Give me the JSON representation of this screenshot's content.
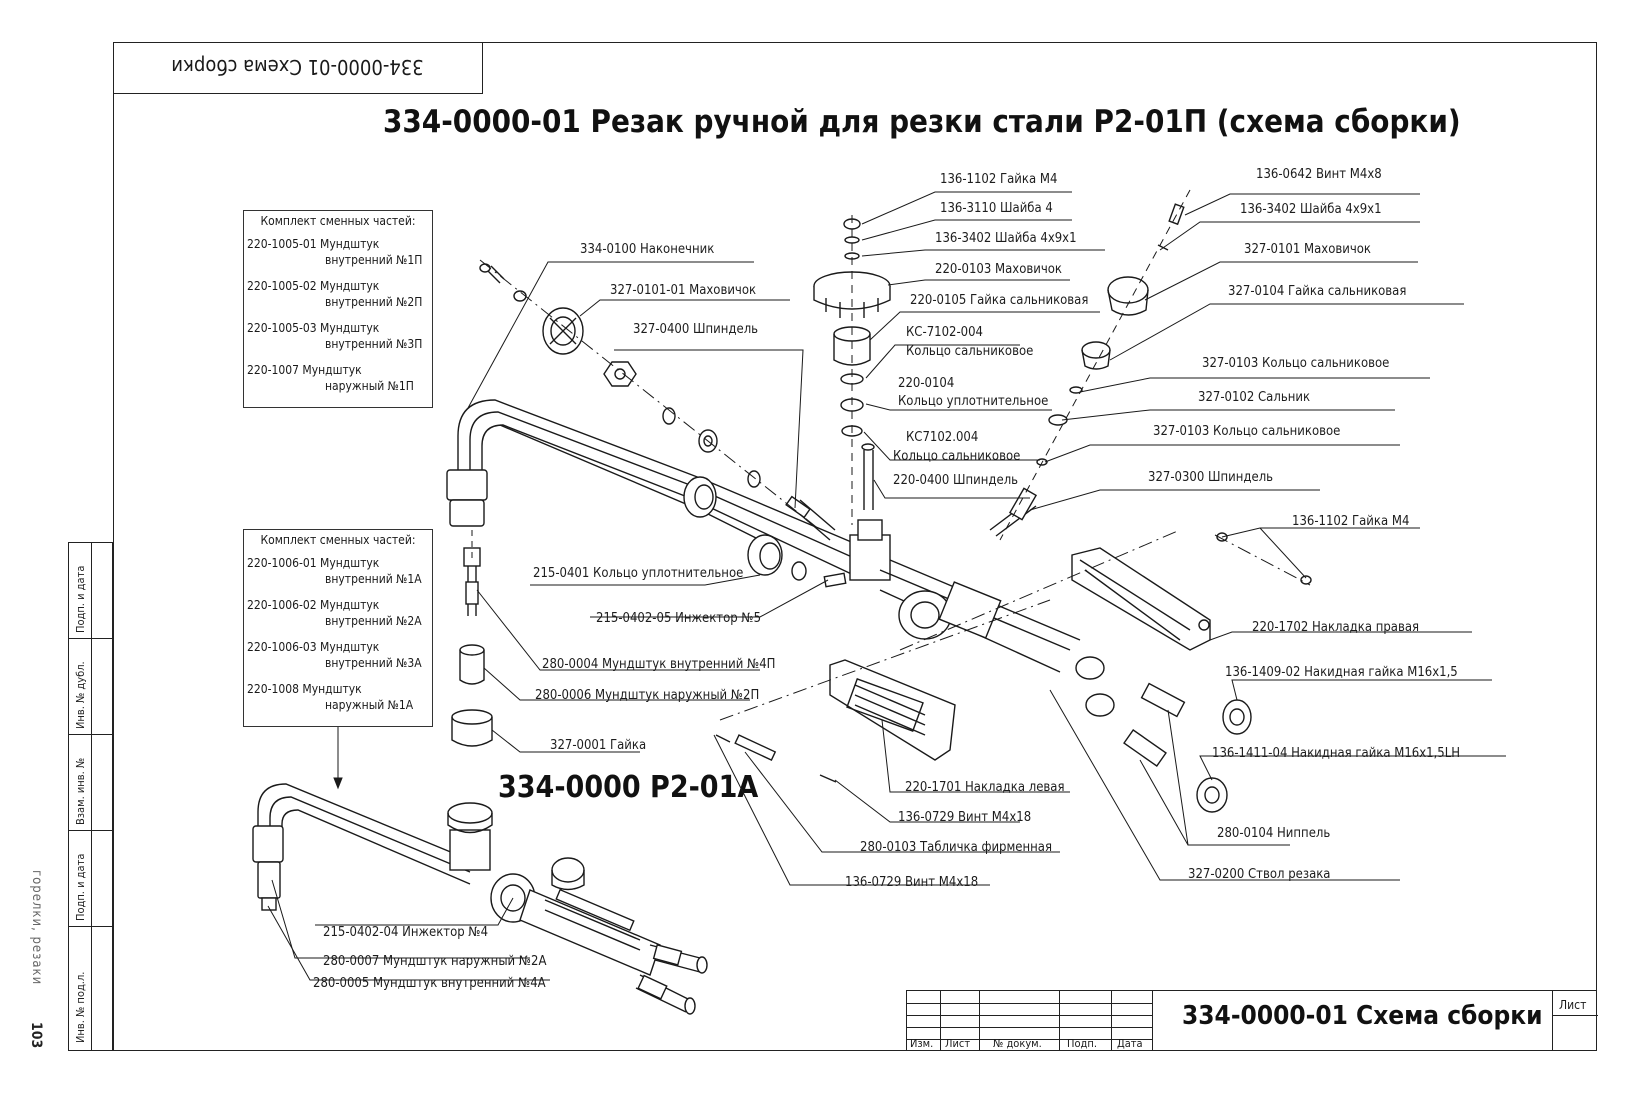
{
  "header": {
    "stamp_text": "334-0000-01 Схема сборки",
    "main_title": "334-0000-01 Резак ручной для резки стали Р2-01П (схема сборки)",
    "secondary_title": "334-0000 Р2-01А"
  },
  "kit_top": {
    "heading": "Комплект сменных частей:",
    "items": [
      {
        "code": "220-1005-01 Мундштук",
        "line2": "внутренний №1П"
      },
      {
        "code": "220-1005-02 Мундштук",
        "line2": "внутренний №2П"
      },
      {
        "code": "220-1005-03 Мундштук",
        "line2": "внутренний №3П"
      },
      {
        "code": "220-1007 Мундштук",
        "line2": "наружный №1П"
      }
    ]
  },
  "kit_bottom": {
    "heading": "Комплект сменных частей:",
    "items": [
      {
        "code": "220-1006-01 Мундштук",
        "line2": "внутренний №1А"
      },
      {
        "code": "220-1006-02 Мундштук",
        "line2": "внутренний №2А"
      },
      {
        "code": "220-1006-03 Мундштук",
        "line2": "внутренний №3А"
      },
      {
        "code": "220-1008 Мундштук",
        "line2": "наружный №1А"
      }
    ]
  },
  "callouts": {
    "nut_m4_top": "136-1102 Гайка М4",
    "washer_4": "136-3110 Шайба 4",
    "washer_4x9x1_a": "136-3402 Шайба 4х9х1",
    "handwheel_0103": "220-0103 Маховичок",
    "gland_nut_0105": "220-0105 Гайка сальниковая",
    "ks7102_004_a1": "КС-7102-004",
    "ks7102_004_a2": "Кольцо сальниковое",
    "ring_0104_1": "220-0104",
    "ring_0104_2": "Кольцо уплотнительное",
    "ks7102_004_b1": "КС7102.004",
    "ks7102_004_b2": "Кольцо сальниковое",
    "spindle_0400": "220-0400 Шпиндель",
    "tip_0100": "334-0100 Наконечник",
    "handwheel_0101_01": "327-0101-01 Маховичок",
    "spindle_327_0400": "327-0400 Шпиндель",
    "screw_m4x8": "136-0642 Винт М4х8",
    "washer_4x9x1_b": "136-3402 Шайба 4х9х1",
    "handwheel_0101": "327-0101 Маховичок",
    "gland_nut_0104": "327-0104 Гайка сальниковая",
    "gland_ring_0103_a": "327-0103 Кольцо сальниковое",
    "gland_0102": "327-0102 Сальник",
    "gland_ring_0103_b": "327-0103 Кольцо сальниковое",
    "spindle_0300": "327-0300 Шпиндель",
    "nut_m4_right": "136-1102 Гайка М4",
    "ring_0401": "215-0401 Кольцо уплотнительное",
    "injector_5": "215-0402-05 Инжектор №5",
    "cover_right": "220-1702 Накладка правая",
    "union_nut_m16": "136-1409-02 Накидная гайка М16х1,5",
    "union_nut_m16lh": "136-1411-04 Накидная гайка М16х1,5LH",
    "inner_tip_4p": "280-0004 Мундштук внутренний №4П",
    "outer_tip_2p": "280-0006 Мундштук наружный №2П",
    "nut_0001": "327-0001 Гайка",
    "cover_left": "220-1701 Накладка левая",
    "screw_m4x18_a": "136-0729 Винт М4х18",
    "nameplate": "280-0103 Табличка фирменная",
    "screw_m4x18_b": "136-0729 Винт М4х18",
    "nipple": "280-0104 Ниппель",
    "barrel": "327-0200 Ствол резака",
    "injector_4": "215-0402-04 Инжектор №4",
    "outer_tip_2a": "280-0007 Мундштук наружный №2А",
    "inner_tip_4a": "280-0005 Мундштук внутренний №4А"
  },
  "title_block": {
    "sheet_title": "334-0000-01 Схема сборки",
    "sheet_label": "Лист",
    "cols": [
      "Изм.",
      "Лист",
      "№ докум.",
      "Подп.",
      "Дата"
    ]
  },
  "left_strip": [
    "Подп. и дата",
    "Инв. № дубл.",
    "Взам. инв. №",
    "Подп. и дата",
    "Инв. № под.л."
  ],
  "page_margin": {
    "side_label": "горелки, резаки",
    "page_number": "103"
  }
}
